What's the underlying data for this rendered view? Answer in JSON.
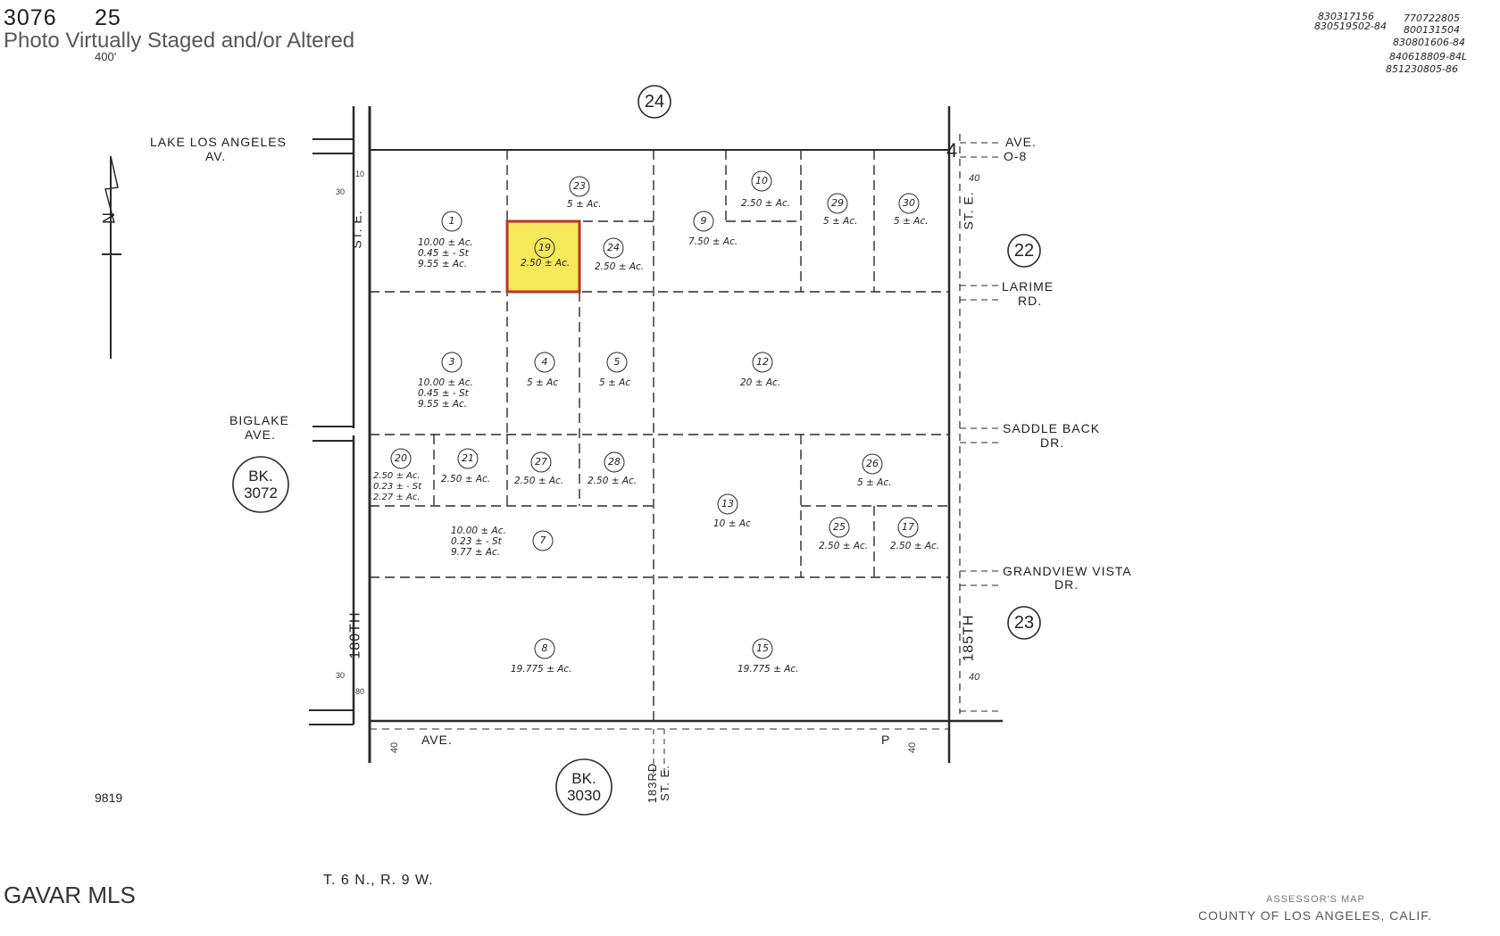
{
  "header": {
    "book": "3076",
    "page": "25",
    "watermark": "Photo Virtually Staged and/or Altered",
    "scale": "400'"
  },
  "document_numbers": [
    "830317156",
    "770722805",
    "830519502-84",
    "800131504",
    "830801606-84",
    "840618809-84L",
    "851230805-86"
  ],
  "north_label": "N",
  "map_sheets": {
    "top": "24",
    "right_upper": "22",
    "right_lower": "23"
  },
  "adjacent_books": [
    {
      "line1": "BK.",
      "line2": "3072"
    },
    {
      "line1": "BK.",
      "line2": "3030"
    }
  ],
  "streets": {
    "lake_los_angeles_1": "LAKE LOS ANGELES",
    "lake_los_angeles_2": "AV.",
    "ave_o8_1": "AVE.",
    "ave_o8_2": "O-8",
    "larime_1": "LARIME",
    "larime_2": "RD.",
    "biglake_1": "BIGLAKE",
    "biglake_2": "AVE.",
    "saddleback_1": "SADDLE BACK",
    "saddleback_2": "DR.",
    "grandview_1": "GRANDVIEW VISTA",
    "grandview_2": "DR.",
    "st_180_a": "ST. E.",
    "st_180_b": "180TH",
    "st_185_a": "ST. E.",
    "st_185_b": "185TH",
    "ave_p_1": "AVE.",
    "ave_p_2": "P",
    "st_183_1": "183RD",
    "st_183_2": "ST. E."
  },
  "dimensions": {
    "d40_ne": "40",
    "d4": "4",
    "d10": "10",
    "d30_top": "30",
    "d30_bottom": "30",
    "d80": "80",
    "d40_se": "40",
    "d40_bl": "40",
    "d40_br": "40"
  },
  "parcels": [
    {
      "id": "1",
      "acres": [
        "10.00 ± Ac.",
        "0.45 ± - St",
        "9.55 ± Ac."
      ]
    },
    {
      "id": "23",
      "acres": [
        "5 ± Ac."
      ]
    },
    {
      "id": "19",
      "acres": [
        "2.50 ± Ac."
      ],
      "highlighted": true
    },
    {
      "id": "24",
      "acres": [
        "2.50 ± Ac."
      ]
    },
    {
      "id": "9",
      "acres": [
        "7.50 ± Ac."
      ]
    },
    {
      "id": "10",
      "acres": [
        "2.50 ± Ac."
      ]
    },
    {
      "id": "29",
      "acres": [
        "5 ± Ac."
      ]
    },
    {
      "id": "30",
      "acres": [
        "5 ± Ac."
      ]
    },
    {
      "id": "3",
      "acres": [
        "10.00 ± Ac.",
        "0.45 ± - St",
        "9.55 ± Ac."
      ]
    },
    {
      "id": "4",
      "acres": [
        "5 ± Ac"
      ]
    },
    {
      "id": "5",
      "acres": [
        "5 ± Ac"
      ]
    },
    {
      "id": "12",
      "acres": [
        "20 ± Ac."
      ]
    },
    {
      "id": "20",
      "acres": [
        "2.50 ± Ac.",
        "0.23 ± - St",
        "2.27 ± Ac."
      ]
    },
    {
      "id": "21",
      "acres": [
        "2.50 ± Ac."
      ]
    },
    {
      "id": "27",
      "acres": [
        "2.50 ± Ac."
      ]
    },
    {
      "id": "28",
      "acres": [
        "2.50 ± Ac."
      ]
    },
    {
      "id": "26",
      "acres": [
        "5 ± Ac."
      ]
    },
    {
      "id": "13",
      "acres": [
        "10 ± Ac"
      ]
    },
    {
      "id": "25",
      "acres": [
        "2.50 ± Ac."
      ]
    },
    {
      "id": "17",
      "acres": [
        "2.50 ± Ac."
      ]
    },
    {
      "id": "7",
      "acres": [
        "10.00 ± Ac.",
        "0.23 ± - St",
        "9.77 ± Ac."
      ]
    },
    {
      "id": "8",
      "acres": [
        "19.775 ± Ac."
      ]
    },
    {
      "id": "15",
      "acres": [
        "19.775 ± Ac."
      ]
    }
  ],
  "footer": {
    "code": "9819",
    "township": "T. 6 N., R. 9 W.",
    "logo": "GAVAR MLS",
    "assessor_1": "ASSESSOR'S MAP",
    "assessor_2": "COUNTY OF LOS ANGELES, CALIF."
  },
  "colors": {
    "highlight_fill": "#f5e85a",
    "highlight_border": "#b8332c",
    "ink": "#2a2a2a"
  }
}
